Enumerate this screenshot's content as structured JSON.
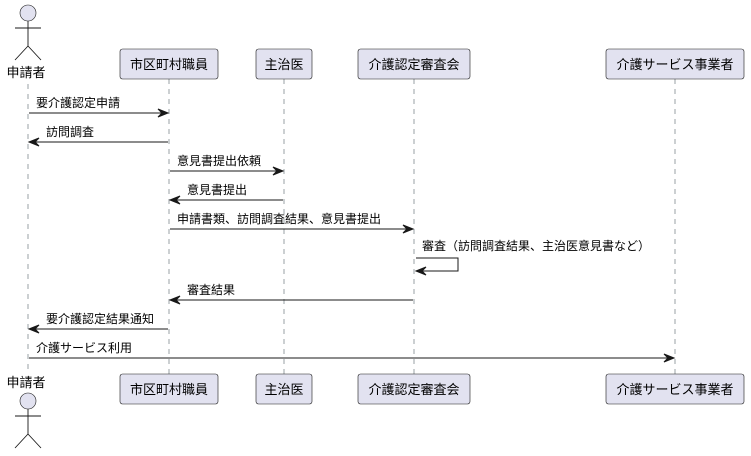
{
  "participants": [
    {
      "id": "applicant",
      "label": "申請者",
      "kind": "actor"
    },
    {
      "id": "municipal",
      "label": "市区町村職員",
      "kind": "participant"
    },
    {
      "id": "doctor",
      "label": "主治医",
      "kind": "participant"
    },
    {
      "id": "board",
      "label": "介護認定審査会",
      "kind": "participant"
    },
    {
      "id": "provider",
      "label": "介護サービス事業者",
      "kind": "participant"
    }
  ],
  "messages": [
    {
      "from": "applicant",
      "to": "municipal",
      "label": "要介護認定申請"
    },
    {
      "from": "municipal",
      "to": "applicant",
      "label": "訪問調査"
    },
    {
      "from": "municipal",
      "to": "doctor",
      "label": "意見書提出依頼"
    },
    {
      "from": "doctor",
      "to": "municipal",
      "label": "意見書提出"
    },
    {
      "from": "municipal",
      "to": "board",
      "label": "申請書類、訪問調査結果、意見書提出"
    },
    {
      "from": "board",
      "to": "board",
      "label": "審査（訪問調査結果、主治医意見書など）"
    },
    {
      "from": "board",
      "to": "municipal",
      "label": "審査結果"
    },
    {
      "from": "municipal",
      "to": "applicant",
      "label": "要介護認定結果通知"
    },
    {
      "from": "applicant",
      "to": "provider",
      "label": "介護サービス利用"
    }
  ]
}
